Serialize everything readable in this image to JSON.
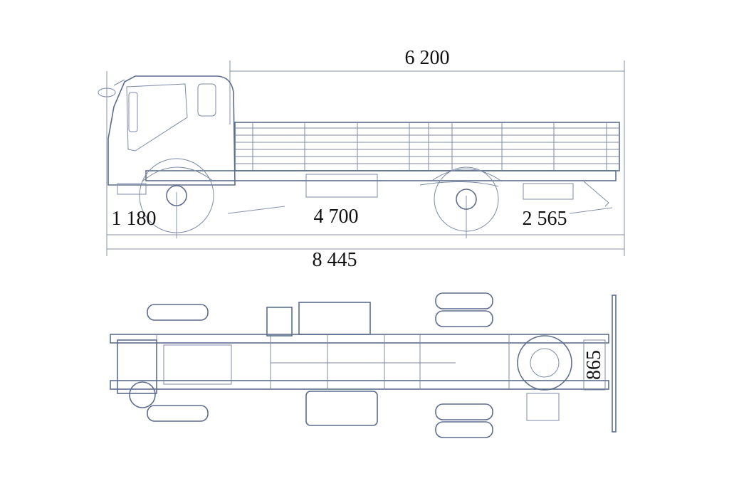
{
  "dimensions": {
    "body_length": "6 200",
    "front_overhang": "1 180",
    "wheelbase": "4 700",
    "rear_overhang": "2 565",
    "overall_length": "8 445",
    "frame_width": "865"
  },
  "colors": {
    "line": "#5d6d8e",
    "text": "#111111"
  }
}
